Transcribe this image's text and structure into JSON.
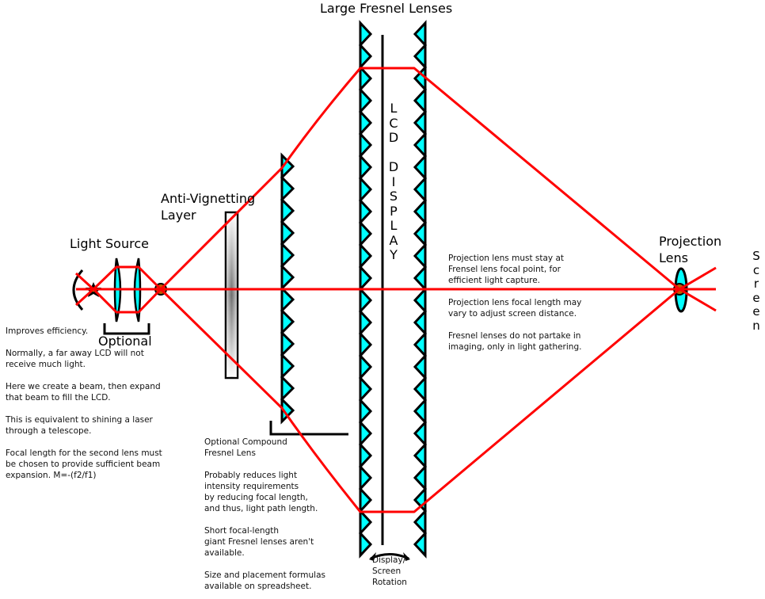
{
  "title": "Large Fresnel Lenses",
  "labels": {
    "light_source": "Light Source",
    "optional": "Optional",
    "anti_vignetting": "Anti-Vignetting\nLayer",
    "lcd_display": "LCD DISPLAY",
    "projection_lens": "Projection\nLens",
    "screen": "Screen",
    "display_rotation": "Display/\nScreen\nRotation"
  },
  "notes": {
    "beam_expander": "Improves efficiency.\n\nNormally, a far away LCD will not\nreceive much light.\n\nHere we create a beam, then expand\nthat beam to fill the LCD.\n\nThis is equivalent to shining a laser\nthrough a telescope.\n\nFocal length for the second lens must\nbe chosen to provide sufficient beam\nexpansion. M=-(f2/f1)",
    "compound_fresnel": "Optional Compound\nFresnel Lens\n\nProbably reduces light\nintensity requirements\nby reducing focal length,\nand thus, light path length.\n\nShort focal-length\ngiant Fresnel lenses aren't\navailable.\n\nSize and placement formulas\navailable on spreadsheet.",
    "projection": "Projection lens must stay at\nFrensel lens focal point, for\nefficient light capture.\n\nProjection lens focal length may\nvary to adjust screen distance.\n\nFresnel lenses do not partake in\nimaging, only in light gathering."
  },
  "colors": {
    "ray": "#ff0000",
    "lens_fill": "#00ffff",
    "outline": "#000000",
    "focal_point": "#c05a00"
  }
}
